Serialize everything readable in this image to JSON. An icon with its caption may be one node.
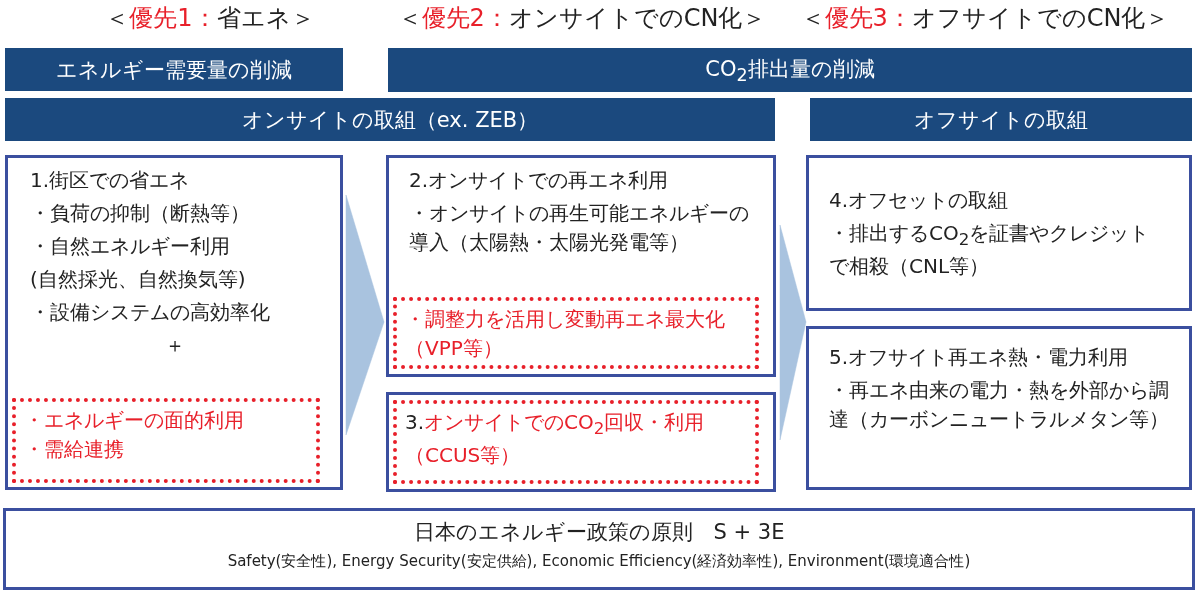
{
  "diagram": {
    "nodes": [
      {
        "text": [
          "エネルギー需要量の削減"
        ]
      },
      {
        "text": [
          "CO$_{2}$排出量の削減"
        ]
      },
      {
        "text": [
          "オンサイトの取組（ex. ZEB）"
        ]
      },
      {
        "text": [
          "オフサイトの取組"
        ]
      },
      {
        "text": [
          "1.街区での省エネ",
          "・負荷の抑制（断熱等）",
          "・自然エネルギー利用",
          "(自然採光、自然換気等)",
          "・設備システムの高効率化",
          "＋"
        ]
      },
      {
        "text": [
          "・エネルギーの面的利用",
          "・需給連携"
        ],
        "in": 4
      },
      {
        "text": [
          "2.オンサイトでの再エネ利用",
          "・オンサイトの再生可能エネルギーの導入（太陽熱・太陽光発電等）"
        ]
      },
      {
        "text": [
          "・調整力を活用し変動再エネ最大化（VPP等）"
        ],
        "in": 6
      },
      {
        "text": [],
        "shape": "box"
      },
      {
        "text": [
          "3.オンサイトでのCO$_{2}$回収・利用（CCUS等）"
        ],
        "in": 8
      },
      {
        "text": [
          "4.オフセットの取組",
          "・排出するCO$_{2}$を証書やクレジットで相殺（CNL等）"
        ]
      },
      {
        "text": [
          "5.オフサイト再エネ熱・電力利用",
          "・再エネ由来の電力・熱を外部から調達（カーボンニュートラルメタン等）"
        ]
      },
      {
        "text": [
          "日本のエネルギー政策の原則　S + 3E",
          "Safety(安全性), Energy Security(安定供給), Economic Efficiency(経済効率性), Environment(環境適合性)"
        ]
      }
    ],
    "edges": [
      {
        "from": 4,
        "to": 6,
        "arrow": "to"
      },
      {
        "from": 4,
        "to": 8,
        "arrow": "to"
      },
      {
        "from": 6,
        "to": 10,
        "arrow": "to"
      },
      {
        "from": 8,
        "to": 11,
        "arrow": "to"
      }
    ],
    "labels": [
      "＜優先1：省エネ＞",
      "＜優先2：オンサイトでのCN化＞",
      "＜優先3：オフサイトでのCN化＞"
    ]
  }
}
